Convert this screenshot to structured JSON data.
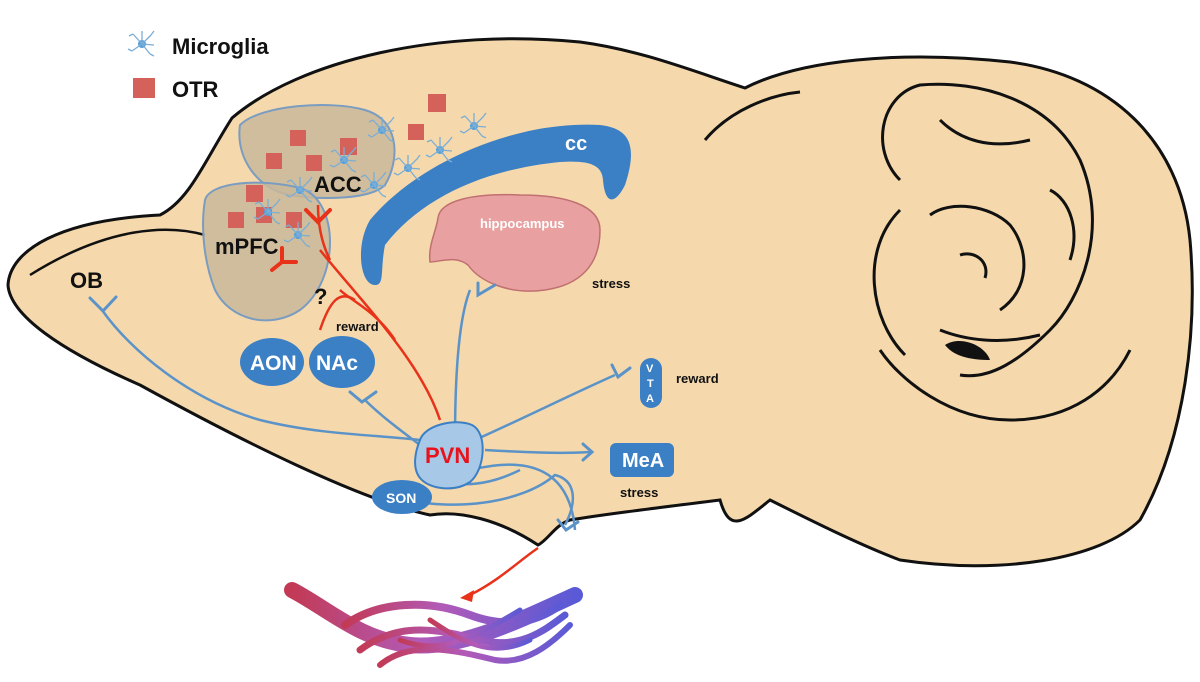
{
  "legend": {
    "microglia_label": "Microglia",
    "otr_label": "OTR"
  },
  "regions": {
    "ob": "OB",
    "mpfc": "mPFC",
    "acc": "ACC",
    "cc": "cc",
    "hippocampus": "hippocampus",
    "aon": "AON",
    "nac": "NAc",
    "pvn": "PVN",
    "son": "SON",
    "mea": "MeA",
    "vta_v": "V",
    "vta_t": "T",
    "vta_a": "A"
  },
  "annotations": {
    "question": "?",
    "reward_nac": "reward",
    "reward_vta": "reward",
    "stress_hippocampus": "stress",
    "stress_mea": "stress"
  },
  "colors": {
    "brain": "#f5d9ad",
    "outline": "#111111",
    "nucleus_blue": "#3b7fc4",
    "pvn_fill": "#a8c8e8",
    "pvn_text": "#e8121a",
    "oxytocin_red": "#e8321a",
    "projection_blue": "#5b93c8",
    "otr_red": "#d4625a",
    "hippocampus": "#e8a0a0",
    "cortex_patch": "#c9b79a"
  },
  "icons": {
    "microglia": "microglia-icon",
    "otr": "otr-receptor-icon",
    "synapse": "synapse-terminal-icon",
    "blood_vessel": "blood-vessel-icon"
  }
}
